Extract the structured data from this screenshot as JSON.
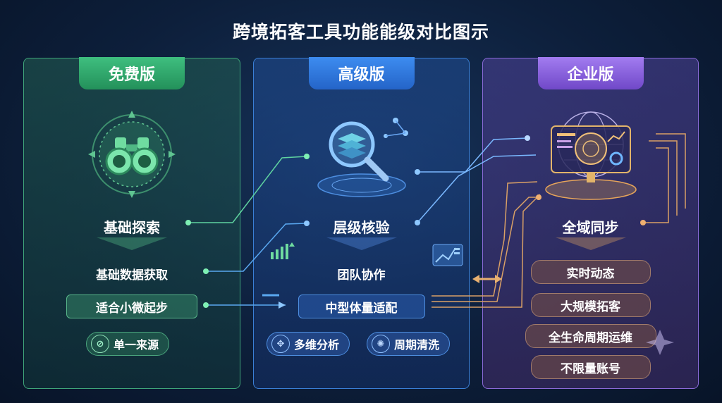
{
  "title": "跨境拓客工具功能能级对比图示",
  "tiers": [
    {
      "label": "免费版",
      "feature": "基础探索",
      "items": [
        "基础数据获取",
        "适合小微起步"
      ],
      "badges": [
        {
          "label": "单一来源",
          "icon": "compass-icon"
        }
      ],
      "icon": "binoculars-icon",
      "color": "#3fbf7f"
    },
    {
      "label": "高级版",
      "feature": "层级核验",
      "items": [
        "团队协作",
        "中型体量适配"
      ],
      "badges": [
        {
          "label": "多维分析",
          "icon": "network-icon"
        },
        {
          "label": "周期清洗",
          "icon": "cleaning-icon"
        }
      ],
      "icon": "magnifier-layers-icon",
      "color": "#3d8cf0"
    },
    {
      "label": "企业版",
      "feature": "全域同步",
      "items": [
        "实时动态",
        "大规模拓客",
        "全生命周期运维",
        "不限量账号"
      ],
      "icon": "globe-dashboard-icon",
      "color": "#a27cf0"
    }
  ]
}
